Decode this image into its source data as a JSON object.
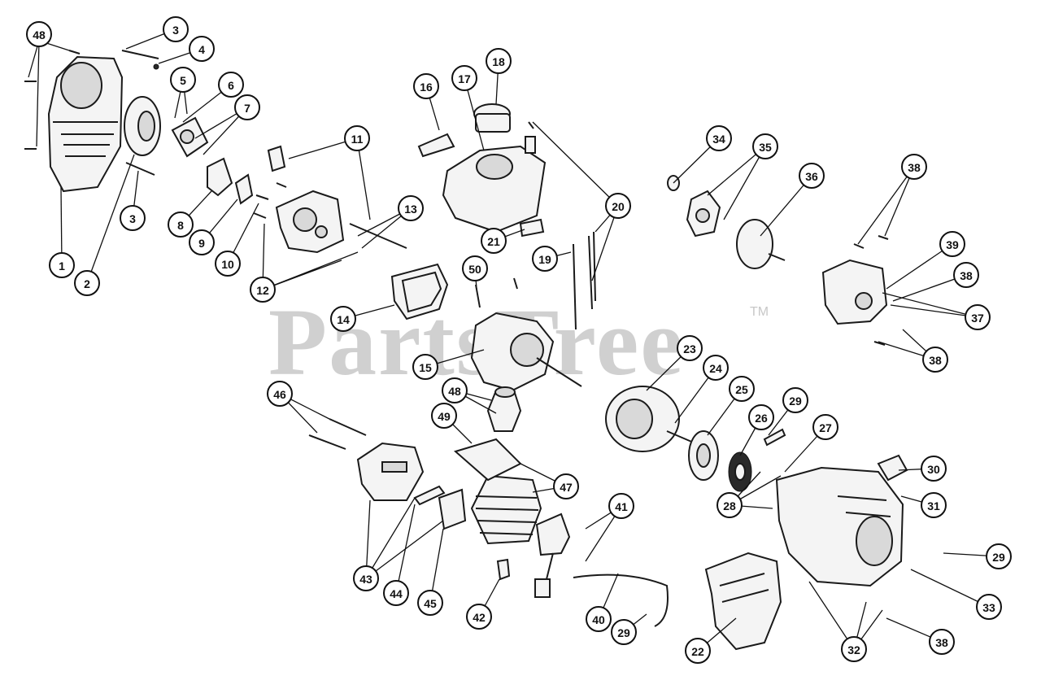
{
  "watermark": {
    "text": "PartsTree",
    "trademark": "TM"
  },
  "callouts": [
    {
      "id": "c48a",
      "label": "48"
    },
    {
      "id": "c3a",
      "label": "3"
    },
    {
      "id": "c4",
      "label": "4"
    },
    {
      "id": "c5",
      "label": "5"
    },
    {
      "id": "c6",
      "label": "6"
    },
    {
      "id": "c7",
      "label": "7"
    },
    {
      "id": "c3b",
      "label": "3"
    },
    {
      "id": "c1",
      "label": "1"
    },
    {
      "id": "c2",
      "label": "2"
    },
    {
      "id": "c8",
      "label": "8"
    },
    {
      "id": "c9",
      "label": "9"
    },
    {
      "id": "c10",
      "label": "10"
    },
    {
      "id": "c11",
      "label": "11"
    },
    {
      "id": "c12",
      "label": "12"
    },
    {
      "id": "c13",
      "label": "13"
    },
    {
      "id": "c14",
      "label": "14"
    },
    {
      "id": "c15",
      "label": "15"
    },
    {
      "id": "c16",
      "label": "16"
    },
    {
      "id": "c17",
      "label": "17"
    },
    {
      "id": "c18",
      "label": "18"
    },
    {
      "id": "c19",
      "label": "19"
    },
    {
      "id": "c20",
      "label": "20"
    },
    {
      "id": "c21",
      "label": "21"
    },
    {
      "id": "c50",
      "label": "50"
    },
    {
      "id": "c48b",
      "label": "48"
    },
    {
      "id": "c49",
      "label": "49"
    },
    {
      "id": "c47",
      "label": "47"
    },
    {
      "id": "c46",
      "label": "46"
    },
    {
      "id": "c43",
      "label": "43"
    },
    {
      "id": "c44",
      "label": "44"
    },
    {
      "id": "c45",
      "label": "45"
    },
    {
      "id": "c42",
      "label": "42"
    },
    {
      "id": "c41",
      "label": "41"
    },
    {
      "id": "c40",
      "label": "40"
    },
    {
      "id": "c29a",
      "label": "29"
    },
    {
      "id": "c22",
      "label": "22"
    },
    {
      "id": "c23",
      "label": "23"
    },
    {
      "id": "c24",
      "label": "24"
    },
    {
      "id": "c25",
      "label": "25"
    },
    {
      "id": "c26",
      "label": "26"
    },
    {
      "id": "c29b",
      "label": "29"
    },
    {
      "id": "c27",
      "label": "27"
    },
    {
      "id": "c28",
      "label": "28"
    },
    {
      "id": "c30",
      "label": "30"
    },
    {
      "id": "c31",
      "label": "31"
    },
    {
      "id": "c29c",
      "label": "29"
    },
    {
      "id": "c33",
      "label": "33"
    },
    {
      "id": "c32",
      "label": "32"
    },
    {
      "id": "c38a",
      "label": "38"
    },
    {
      "id": "c34",
      "label": "34"
    },
    {
      "id": "c35",
      "label": "35"
    },
    {
      "id": "c36",
      "label": "36"
    },
    {
      "id": "c38b",
      "label": "38"
    },
    {
      "id": "c39",
      "label": "39"
    },
    {
      "id": "c38c",
      "label": "38"
    },
    {
      "id": "c37",
      "label": "37"
    },
    {
      "id": "c38d",
      "label": "38"
    }
  ]
}
